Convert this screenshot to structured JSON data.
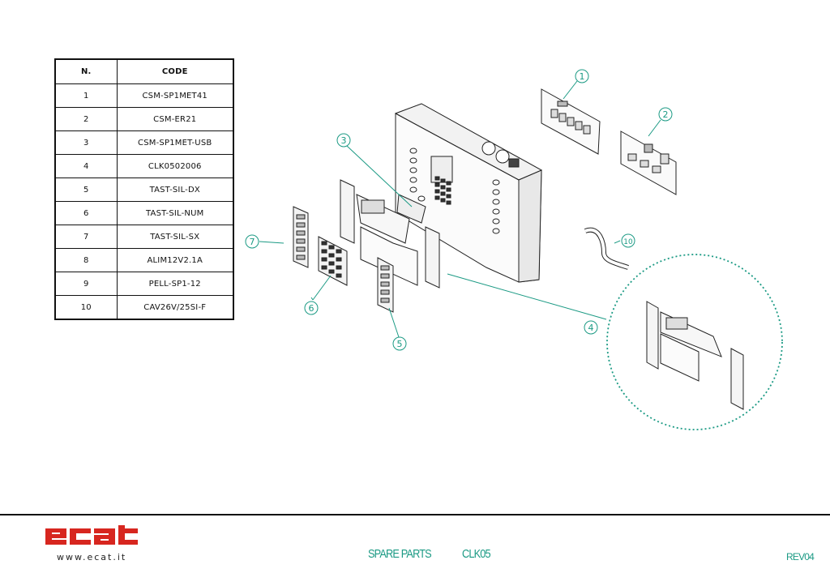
{
  "table": {
    "headers": {
      "n": "N.",
      "code": "CODE"
    },
    "rows": [
      {
        "n": "1",
        "code": "CSM-SP1MET41"
      },
      {
        "n": "2",
        "code": "CSM-ER21"
      },
      {
        "n": "3",
        "code": "CSM-SP1MET-USB"
      },
      {
        "n": "4",
        "code": "CLK0502006"
      },
      {
        "n": "5",
        "code": "TAST-SIL-DX"
      },
      {
        "n": "6",
        "code": "TAST-SIL-NUM"
      },
      {
        "n": "7",
        "code": "TAST-SIL-SX"
      },
      {
        "n": "8",
        "code": "ALIM12V2.1A"
      },
      {
        "n": "9",
        "code": "PELL-SP1-12"
      },
      {
        "n": "10",
        "code": "CAV26V/25SI-F"
      }
    ]
  },
  "callouts": [
    "1",
    "2",
    "3",
    "4",
    "5",
    "6",
    "7",
    "10"
  ],
  "footer": {
    "logo_text": "ecat",
    "website": "www.ecat.it",
    "section": "SPARE PARTS",
    "model": "CLK05",
    "revision": "REV04"
  },
  "colors": {
    "accent": "#1b9a84",
    "logo": "#d7261f",
    "ink": "#111111"
  }
}
